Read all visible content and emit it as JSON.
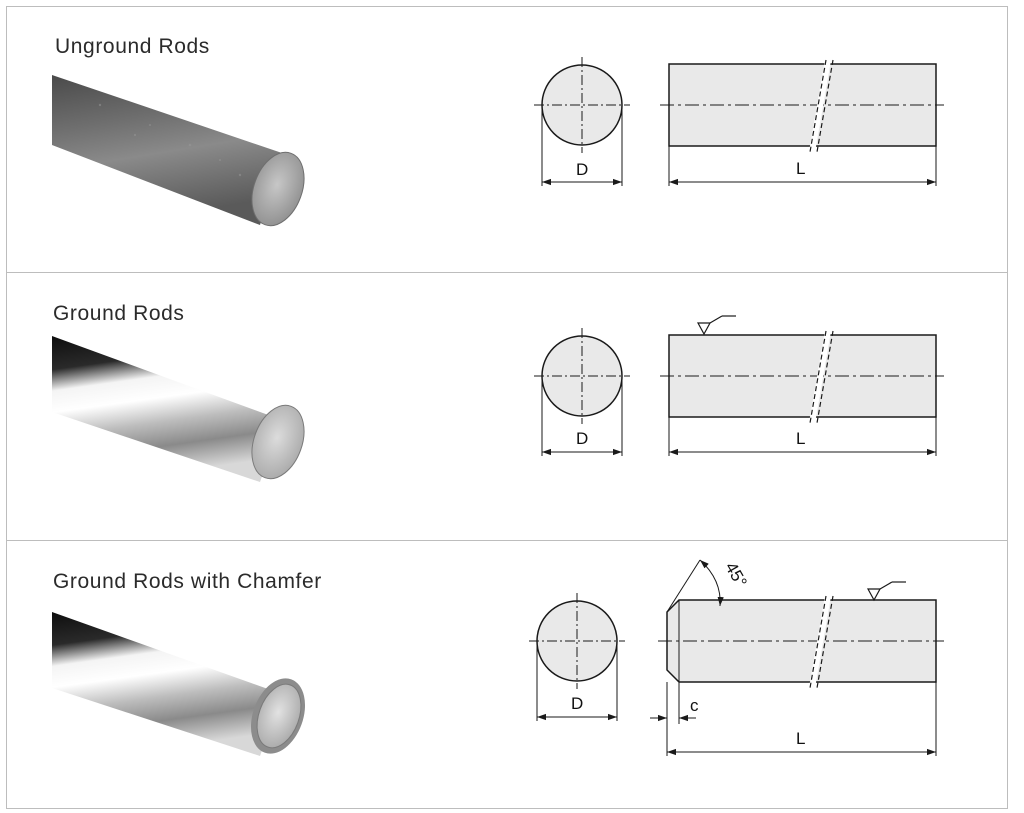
{
  "sections": [
    {
      "title": "Unground Rods",
      "finish": "unground",
      "chamfer": false,
      "labels": {
        "diameter": "D",
        "length": "L"
      }
    },
    {
      "title": "Ground Rods",
      "finish": "ground",
      "chamfer": false,
      "labels": {
        "diameter": "D",
        "length": "L"
      }
    },
    {
      "title": "Ground Rods with Chamfer",
      "finish": "ground",
      "chamfer": true,
      "labels": {
        "diameter": "D",
        "length": "L",
        "chamfer": "c",
        "angle": "45°"
      }
    }
  ],
  "colors": {
    "drawing_fill": "#e9e9e9",
    "line": "#1a1a1a",
    "border": "#bdbdbd"
  }
}
